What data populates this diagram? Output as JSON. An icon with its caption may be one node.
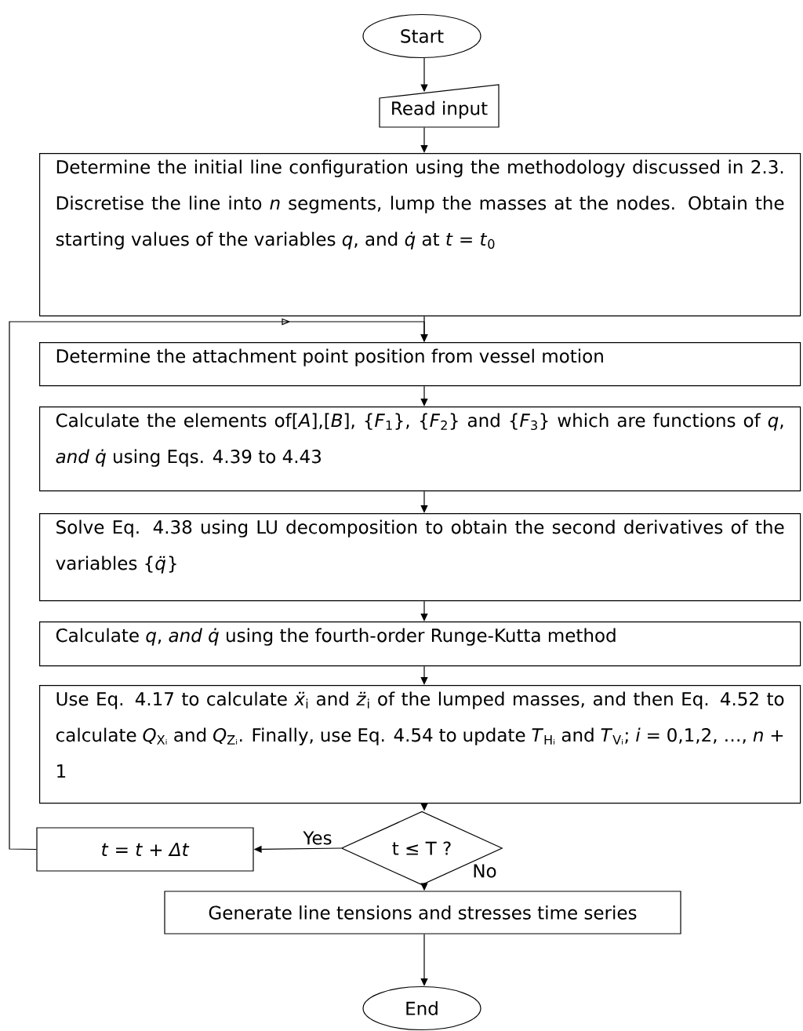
{
  "diagram": {
    "nodes": [
      {
        "text": [
          "Start"
        ]
      },
      {
        "text": [
          "Read input"
        ]
      },
      {
        "text": [
          "Determine the initial line configuration using the methodology discussed in 2.3. Discretise the line into *n* segments, lump the masses at the nodes. Obtain the starting values of the variables *q*, and *q̇* at *t* = *t*$_{0}$"
        ]
      },
      {
        "text": [
          "Determine the attachment point position from vessel motion"
        ]
      },
      {
        "text": [
          "Calculate the elements of[*A*],[*B*], {*F*$_{1}$}, {*F*$_{2}$} and {*F*$_{3}$} which are functions of *q*, *and q̇* using Eqs. 4.39 to 4.43"
        ]
      },
      {
        "text": [
          "Solve Eq. 4.38 using LU decomposition to obtain the second derivatives of the variables {*q̈*}"
        ]
      },
      {
        "text": [
          "Calculate *q*, *and q̇* using the fourth-order Runge-Kutta method"
        ]
      },
      {
        "text": [
          "Use Eq. 4.17 to calculate *ẍ*$_{i}$ and *z̈*$_{i}$ of the lumped masses, and then Eq. 4.52 to calculate *Q*$_{Xᵢ}$ and *Q*$_{Zᵢ}$. Finally, use Eq. 4.54 to update *T*$_{Hᵢ}$ and *T*$_{Vᵢ}$; *i* = 0,1,2, …, *n* + 1"
        ]
      },
      {
        "text": [
          "t ≤ T ?"
        ]
      },
      {
        "text": [
          "*t* = *t* + *Δt*"
        ]
      },
      {
        "text": [
          "Generate line tensions and stresses time series"
        ]
      },
      {
        "text": [
          "End"
        ]
      }
    ],
    "edges": [
      {
        "from": 0,
        "to": 1,
        "arrow": "to"
      },
      {
        "from": 1,
        "to": 2,
        "arrow": "to"
      },
      {
        "from": 2,
        "to": 3,
        "arrow": "to"
      },
      {
        "from": 3,
        "to": 4,
        "arrow": "to"
      },
      {
        "from": 4,
        "to": 5,
        "arrow": "to"
      },
      {
        "from": 5,
        "to": 6,
        "arrow": "to"
      },
      {
        "from": 6,
        "to": 7,
        "arrow": "to"
      },
      {
        "from": 7,
        "to": 8,
        "arrow": "to"
      },
      {
        "from": 8,
        "to": 9,
        "arrow": "to",
        "label": "Yes"
      },
      {
        "from": 9,
        "to": 3,
        "arrow": "to"
      },
      {
        "from": 8,
        "to": 10,
        "arrow": "to",
        "label": "No"
      },
      {
        "from": 10,
        "to": 11,
        "arrow": "to"
      }
    ]
  }
}
